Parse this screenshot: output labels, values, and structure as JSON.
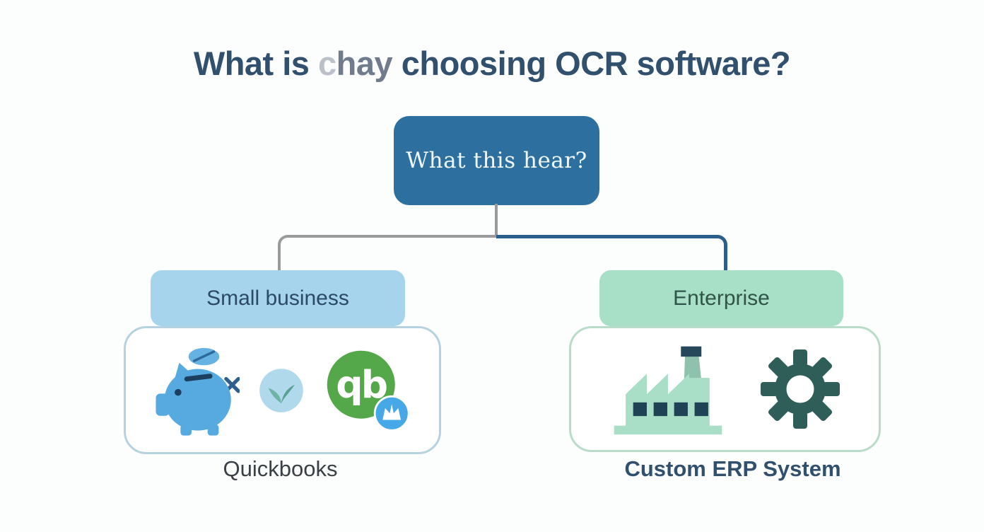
{
  "page": {
    "background": "#fcfdfd"
  },
  "title": {
    "prefix": "What is ",
    "garbled_c": "c",
    "garbled_rest": "hay",
    "suffix": " choosing OCR software?"
  },
  "flowchart": {
    "root": {
      "label": "What this hear?",
      "fill_color": "#2d6f9e",
      "text_color": "#edf6fa"
    },
    "branches": [
      {
        "id": "small-business",
        "node_label": "Small business",
        "node_color": "#a5d4ec",
        "connector_color": "#9a9a9a",
        "caption": "Quickbooks",
        "card_border_color": "#b5d2e0",
        "icons": [
          "piggy-bank-icon",
          "leaf-icon",
          "quickbooks-logo"
        ]
      },
      {
        "id": "enterprise",
        "node_label": "Enterprise",
        "node_color": "#a8dfc7",
        "connector_color": "#2b5f8b",
        "caption": "Custom ERP System",
        "card_border_color": "#b9dcc9",
        "icons": [
          "factory-icon",
          "gear-icon"
        ]
      }
    ]
  },
  "quickbooks_logo": {
    "text": "qb",
    "circle_color": "#54a849",
    "badge_color": "#47a8e8"
  },
  "icon_colors": {
    "piggy_blue": "#57aadf",
    "piggy_dark": "#1c3e5f",
    "leaf_circle": "#b0d9ec",
    "leaf_teal": "#5fa99b",
    "factory_mint": "#a9dfc6",
    "factory_dark": "#1f4355",
    "gear_teal": "#2f5d58"
  }
}
